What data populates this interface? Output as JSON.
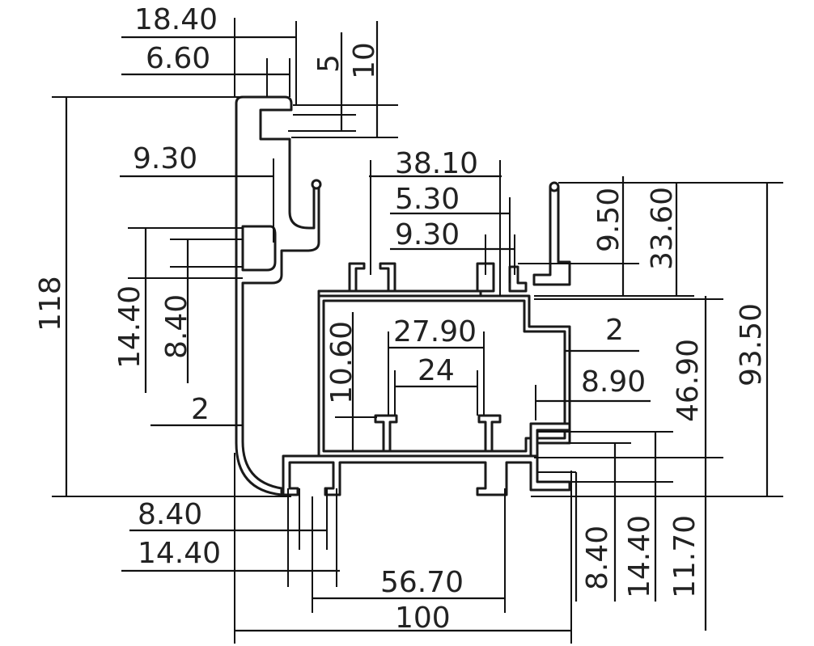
{
  "colors": {
    "line": "#111111",
    "text": "#222222",
    "background": "#ffffff"
  },
  "dimensions": {
    "d_18_40": "18.40",
    "d_6_60": "6.60",
    "d_5": "5",
    "d_10": "10",
    "d_9_30_left": "9.30",
    "d_118": "118",
    "d_14_40_left": "14.40",
    "d_8_40_left": "8.40",
    "d_2_left": "2",
    "d_38_10": "38.10",
    "d_5_30": "5.30",
    "d_9_30_top": "9.30",
    "d_9_50": "9.50",
    "d_33_60": "33.60",
    "d_27_90": "27.90",
    "d_24": "24",
    "d_10_60": "10.60",
    "d_2_right": "2",
    "d_8_90": "8.90",
    "d_46_90": "46.90",
    "d_93_50": "93.50",
    "d_8_40_bottom": "8.40",
    "d_14_40_bottom": "14.40",
    "d_56_70": "56.70",
    "d_100": "100",
    "d_8_40_right": "8.40",
    "d_14_40_right": "14.40",
    "d_11_70": "11.70"
  }
}
